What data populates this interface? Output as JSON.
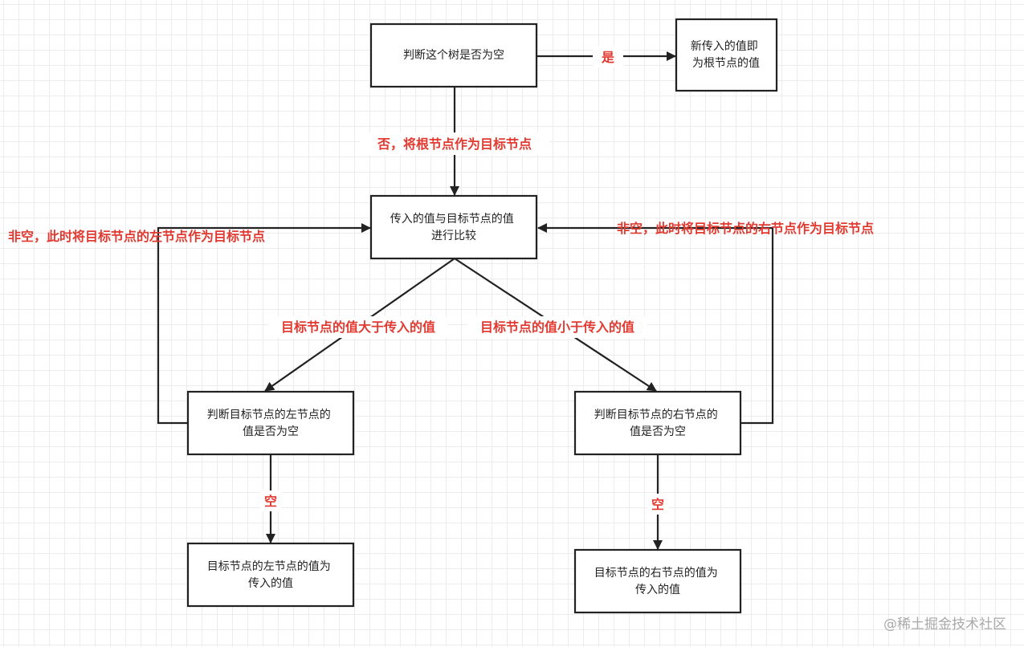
{
  "colors": {
    "label": "#e03a31",
    "stroke": "#222222"
  },
  "nodes": {
    "check_tree_empty": [
      "判断这个树是否为空"
    ],
    "set_root": [
      "新传入的值即",
      "为根节点的值"
    ],
    "compare": [
      "传入的值与目标节点的值",
      "进行比较"
    ],
    "check_left_empty": [
      "判断目标节点的左节点的",
      "值是否为空"
    ],
    "check_right_empty": [
      "判断目标节点的右节点的",
      "值是否为空"
    ],
    "set_left": [
      "目标节点的左节点的值为",
      "传入的值"
    ],
    "set_right": [
      "目标节点的右节点的值为",
      "传入的值"
    ]
  },
  "edges": {
    "yes": "是",
    "no_root_target": "否，将根节点作为目标节点",
    "left_not_empty": "非空，此时将目标节点的左节点作为目标节点",
    "right_not_empty": "非空，此时将目标节点的右节点作为目标节点",
    "target_greater": "目标节点的值大于传入的值",
    "target_less": "目标节点的值小于传入的值",
    "left_empty": "空",
    "right_empty": "空"
  },
  "watermark": "@稀土掘金技术社区"
}
